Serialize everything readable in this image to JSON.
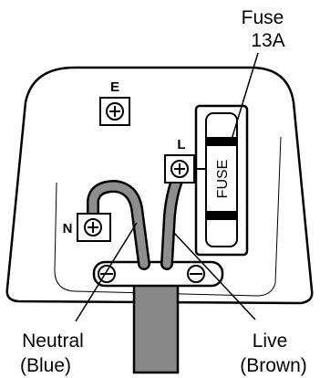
{
  "labels": {
    "fuse_title": "Fuse",
    "fuse_rating": "13A",
    "earth": "E",
    "live": "L",
    "neutral": "N",
    "fuse_body": "FUSE",
    "neutral_name": "Neutral",
    "neutral_color": "(Blue)",
    "live_name": "Live",
    "live_color": "(Brown)"
  },
  "colors": {
    "cable": "#888888",
    "wire": "#8e8e8e",
    "outline": "#000000"
  }
}
